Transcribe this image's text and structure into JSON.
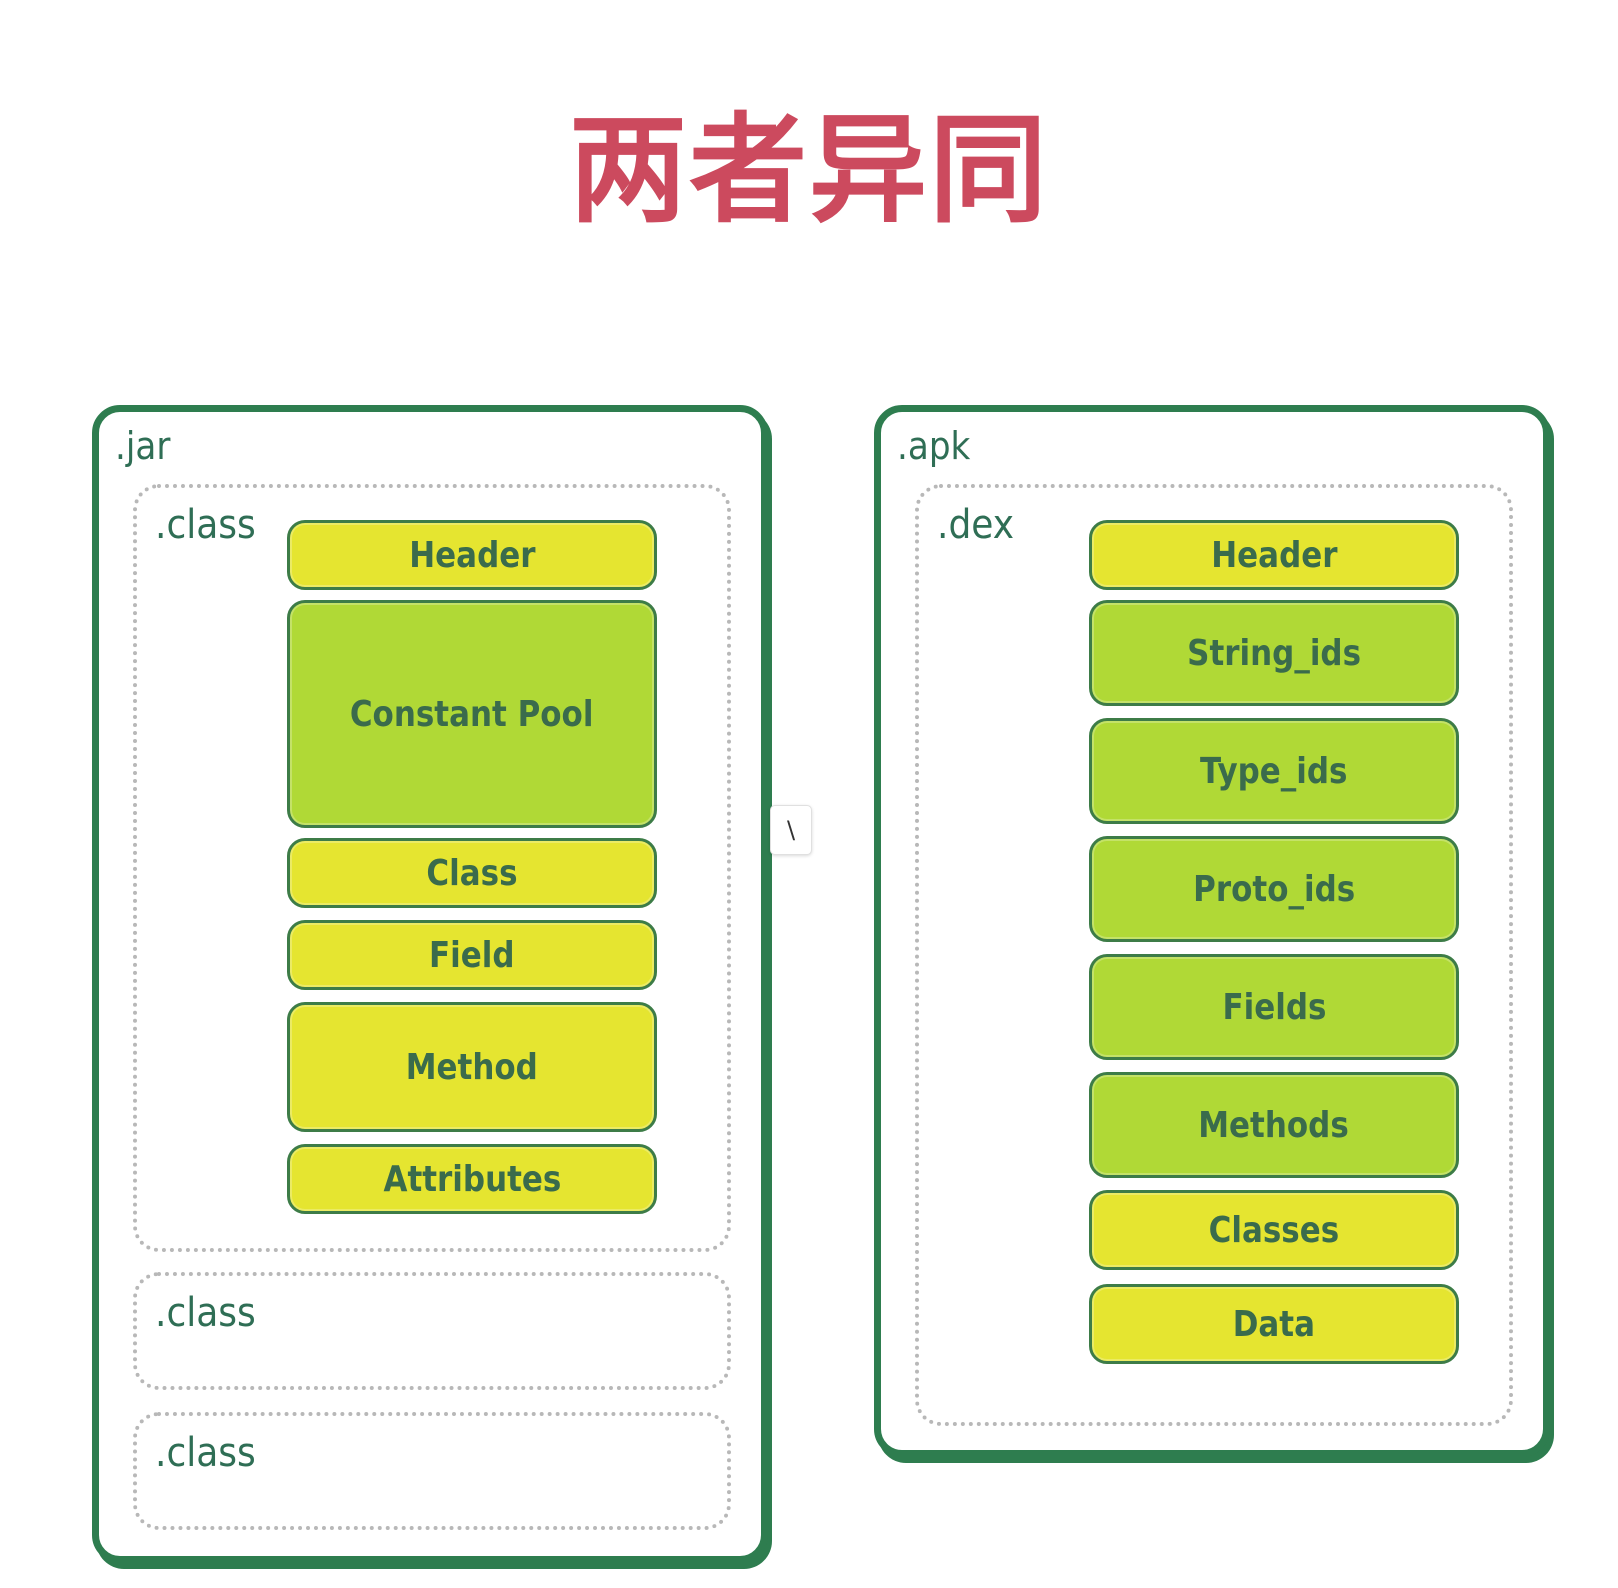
{
  "title": "两者异同",
  "jar": {
    "label": ".jar",
    "class_sections": [
      {
        "label": ".class"
      },
      {
        "label": ".class"
      },
      {
        "label": ".class"
      }
    ],
    "blocks": [
      {
        "label": "Header",
        "color": "#e5e530"
      },
      {
        "label": "Constant Pool",
        "color": "#b0d936"
      },
      {
        "label": "Class",
        "color": "#e5e530"
      },
      {
        "label": "Field",
        "color": "#e5e530"
      },
      {
        "label": "Method",
        "color": "#e5e530"
      },
      {
        "label": "Attributes",
        "color": "#e5e530"
      }
    ]
  },
  "apk": {
    "label": ".apk",
    "dex_label": ".dex",
    "blocks": [
      {
        "label": "Header",
        "color": "#e5e530"
      },
      {
        "label": "String_ids",
        "color": "#b0d936"
      },
      {
        "label": "Type_ids",
        "color": "#b0d936"
      },
      {
        "label": "Proto_ids",
        "color": "#b0d936"
      },
      {
        "label": "Fields",
        "color": "#b0d936"
      },
      {
        "label": "Methods",
        "color": "#b0d936"
      },
      {
        "label": "Classes",
        "color": "#e5e530"
      },
      {
        "label": "Data",
        "color": "#e5e530"
      }
    ]
  },
  "splitter_glyph": "\\",
  "colors": {
    "title": "#cc4a5e",
    "container_border": "#2e7d4f",
    "yellow_block": "#e5e530",
    "green_block": "#b0d936"
  }
}
